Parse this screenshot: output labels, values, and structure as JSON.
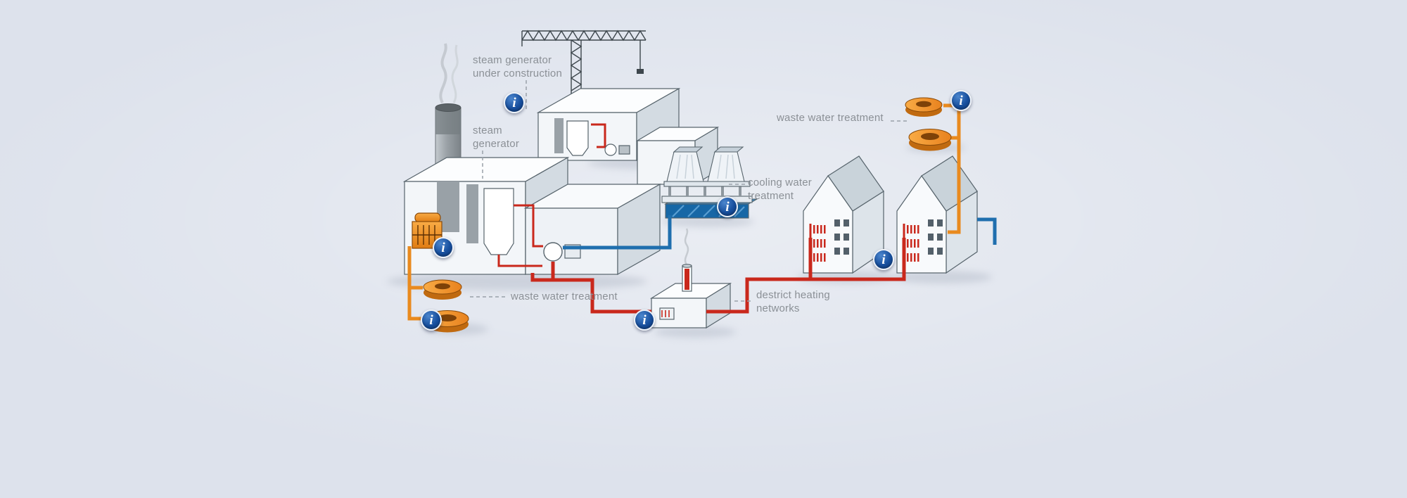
{
  "labels": {
    "construction": "steam generator\nunder construction",
    "steam_generator": "steam\ngenerator",
    "cooling": "cooling water\ntreatment",
    "waste_right": "waste water treatment",
    "waste_left": "waste water treatment",
    "district": "destrict heating\nnetworks"
  },
  "icons": {
    "info": "i"
  },
  "colors": {
    "background": "#dde2ec",
    "pipe_hot": "#c9281c",
    "pipe_cold": "#1f6fae",
    "pipe_waste": "#e98a1e",
    "info_badge": "#174f9e",
    "label_text": "#8b9096"
  }
}
